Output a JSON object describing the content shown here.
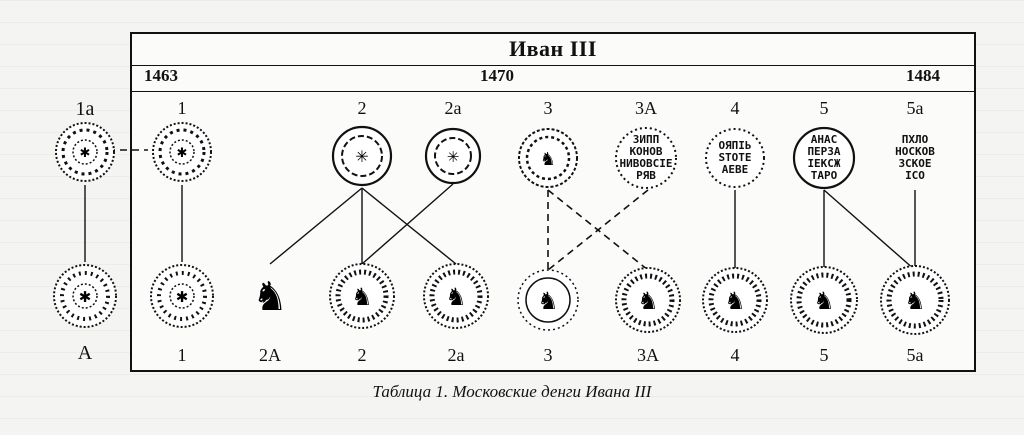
{
  "table": {
    "ruler": "Иван III",
    "years": {
      "y1463": "1463",
      "y1470": "1470",
      "y1484": "1484"
    }
  },
  "top_labels": [
    "1а",
    "1",
    "2",
    "2а",
    "3",
    "3А",
    "4",
    "5",
    "5а"
  ],
  "bottom_labels": [
    "А",
    "1",
    "2А",
    "2",
    "2а",
    "3",
    "3А",
    "4",
    "5",
    "5а"
  ],
  "coin_inscriptions": {
    "c3A_top": "ЗИПП\nКОНОВ\nНИВОВСIE\nРЯВ",
    "c4_top": "ОЯПIЬ\nSТОТЕ\nАЕВЕ",
    "c5_top": "АНАС\nПЕРЗА\nIЕКСЖ\nТАРО",
    "c5a_top": "ПХЛО\nНОСКОВ\nЗСКОЕ\nIСО"
  },
  "caption": "Таблица 1. Московские денги Ивана III"
}
